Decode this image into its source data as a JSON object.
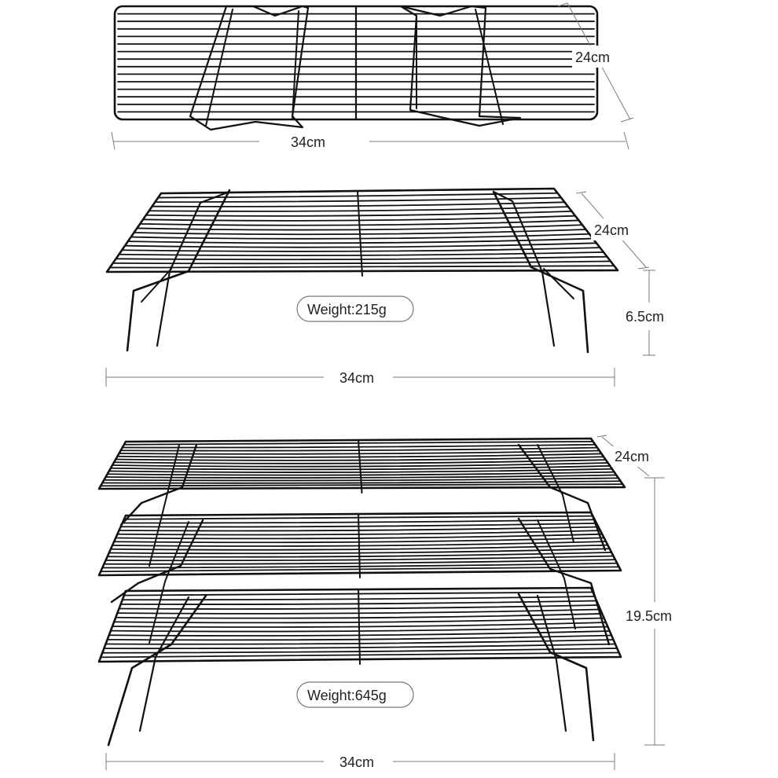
{
  "colors": {
    "wire": "#111111",
    "dimension": "#7a7a7a",
    "text": "#222222",
    "background": "#ffffff"
  },
  "views": [
    {
      "depth_label": "24cm",
      "width_label": "34cm"
    },
    {
      "depth_label": "24cm",
      "height_label": "6.5cm",
      "width_label": "34cm",
      "weight": "Weight:215g"
    },
    {
      "depth_label": "24cm",
      "height_label": "19.5cm",
      "width_label": "34cm",
      "weight": "Weight:645g"
    }
  ]
}
